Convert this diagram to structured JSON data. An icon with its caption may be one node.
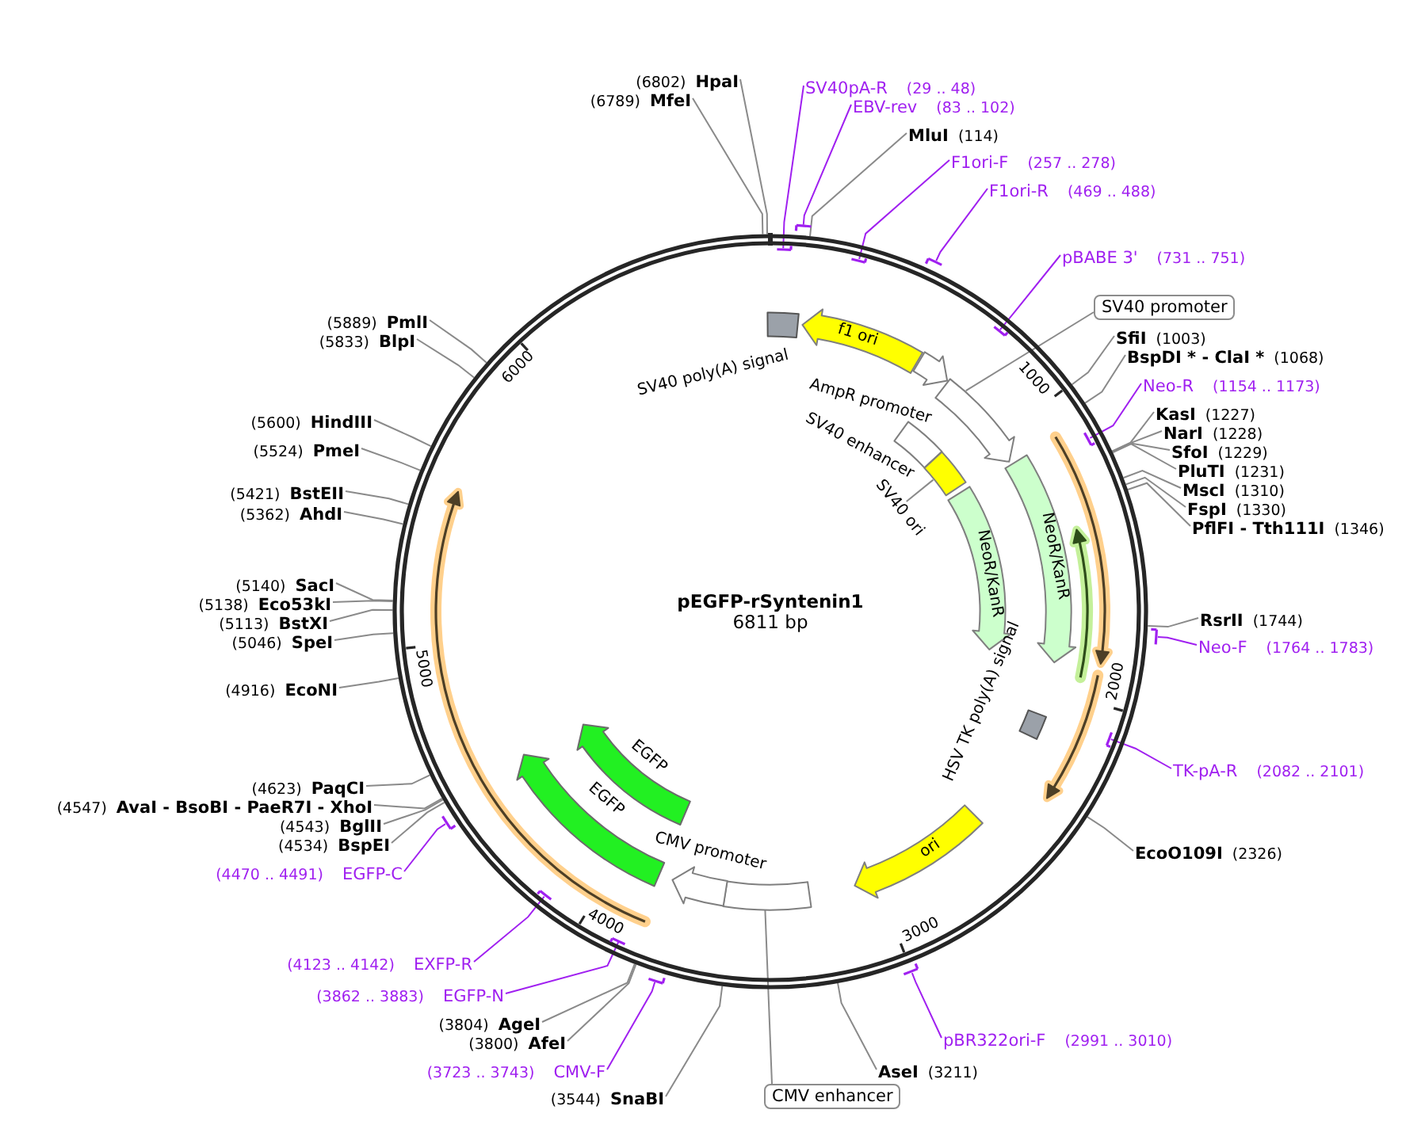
{
  "diagram": {
    "nodes": [
      {
        "text": [
          "pEGFP-rSyntenin1",
          "6811 bp"
        ]
      },
      {
        "text": [],
        "shape": "box",
        "in": 0,
        "beside": [
          "SV40 poly(A) signal"
        ]
      },
      {
        "text": [
          "f1 ori"
        ],
        "in": 0
      },
      {
        "text": [],
        "shape": "arrow",
        "in": 0,
        "beside": [
          "AmpR promoter"
        ]
      },
      {
        "text": [],
        "shape": "arrow",
        "in": 0
      },
      {
        "text": [],
        "shape": "box",
        "in": 0,
        "beside": [
          "SV40 enhancer"
        ]
      },
      {
        "text": [],
        "shape": "box",
        "in": 0
      },
      {
        "text": [
          "SV40 ori"
        ],
        "in": 0
      },
      {
        "text": [
          "NeoR/KanR"
        ],
        "in": 0
      },
      {
        "text": [
          "NeoR/KanR"
        ],
        "in": 0
      },
      {
        "text": [],
        "shape": "box",
        "in": 0,
        "beside": [
          "HSV TK poly(A) signal"
        ]
      },
      {
        "text": [
          "ori"
        ],
        "in": 0
      },
      {
        "text": [],
        "shape": "box",
        "in": 0
      },
      {
        "text": [],
        "shape": "arrow",
        "in": 0,
        "beside": [
          "CMV promoter"
        ]
      },
      {
        "text": [],
        "shape": "arrow",
        "in": 0,
        "beside": [
          "EGFP"
        ]
      },
      {
        "text": [],
        "shape": "arrow",
        "in": 0,
        "beside": [
          "EGFP"
        ]
      },
      {
        "text": [
          "SV40pA-R",
          "(29 .. 48)"
        ]
      },
      {
        "text": [],
        "shape": "bar",
        "in": 0
      },
      {
        "text": [
          "EBV-rev",
          "(83 .. 102)"
        ]
      },
      {
        "text": [],
        "shape": "bar"
      },
      {
        "text": [
          "MluI",
          "(114)"
        ]
      },
      {
        "text": [
          "F1ori-F",
          "(257 .. 278)"
        ]
      },
      {
        "text": [],
        "shape": "bar",
        "in": 0
      },
      {
        "text": [
          "F1ori-R",
          "(469 .. 488)"
        ]
      },
      {
        "text": [],
        "shape": "bar"
      },
      {
        "text": [
          "pBABE 3'",
          "(731 .. 751)"
        ]
      },
      {
        "text": [],
        "shape": "bar",
        "in": 0
      },
      {
        "text": [
          "SV40 promoter"
        ]
      },
      {
        "text": [
          "SfiI",
          "(1003)"
        ]
      },
      {
        "text": [
          "BspDI * - ClaI *",
          "(1068)"
        ]
      },
      {
        "text": [
          "Neo-R",
          "(1154 .. 1173)"
        ]
      },
      {
        "text": [],
        "shape": "bar",
        "in": 0
      },
      {
        "text": [
          "KasI",
          "(1227)"
        ]
      },
      {
        "text": [
          "NarI",
          "(1228)"
        ]
      },
      {
        "text": [
          "SfoI",
          "(1229)"
        ]
      },
      {
        "text": [
          "PluTI",
          "(1231)"
        ]
      },
      {
        "text": [
          "MscI",
          "(1310)"
        ]
      },
      {
        "text": [
          "FspI",
          "(1330)"
        ]
      },
      {
        "text": [
          "PflFI - Tth111I",
          "(1346)"
        ]
      },
      {
        "text": [
          "RsrII",
          "(1744)"
        ]
      },
      {
        "text": [
          "Neo-F",
          "(1764 .. 1783)"
        ]
      },
      {
        "text": [],
        "shape": "bar"
      },
      {
        "text": [
          "TK-pA-R",
          "(2082 .. 2101)"
        ]
      },
      {
        "text": [],
        "shape": "bar",
        "in": 0
      },
      {
        "text": [
          "EcoO109I",
          "(2326)"
        ]
      },
      {
        "text": [
          "pBR322ori-F",
          "(2991 .. 3010)"
        ]
      },
      {
        "text": [],
        "shape": "bar"
      },
      {
        "text": [
          "AseI",
          "(3211)"
        ]
      },
      {
        "text": [
          "CMV enhancer"
        ]
      },
      {
        "text": [
          "(3544)",
          "SnaBI"
        ]
      },
      {
        "text": [
          "(3723 .. 3743)",
          "CMV-F"
        ]
      },
      {
        "text": [],
        "shape": "bar"
      },
      {
        "text": [
          "(3800)",
          "AfeI"
        ]
      },
      {
        "text": [
          "(3804)",
          "AgeI"
        ]
      },
      {
        "text": [
          "(3862 .. 3883)",
          "EGFP-N"
        ]
      },
      {
        "text": [],
        "shape": "bar",
        "in": 0
      },
      {
        "text": [
          "(4123 .. 4142)",
          "EXFP-R"
        ]
      },
      {
        "text": [],
        "shape": "bar",
        "in": 0
      },
      {
        "text": [
          "(4470 .. 4491)",
          "EGFP-C"
        ]
      },
      {
        "text": [],
        "shape": "bar"
      },
      {
        "text": [
          "(4534)",
          "BspEI"
        ]
      },
      {
        "text": [
          "(4543)",
          "BglII"
        ]
      },
      {
        "text": [
          "(4547)",
          "AvaI - BsoBI - PaeR7I - XhoI"
        ]
      },
      {
        "text": [
          "(4623)",
          "PaqCI"
        ]
      },
      {
        "text": [
          "(4916)",
          "EcoNI"
        ]
      },
      {
        "text": [
          "(5046)",
          "SpeI"
        ]
      },
      {
        "text": [
          "(5113)",
          "BstXI"
        ]
      },
      {
        "text": [
          "(5138)",
          "Eco53kI"
        ]
      },
      {
        "text": [
          "(5140)",
          "SacI"
        ]
      },
      {
        "text": [
          "(5362)",
          "AhdI"
        ]
      },
      {
        "text": [
          "(5421)",
          "BstEII"
        ]
      },
      {
        "text": [
          "(5524)",
          "PmeI"
        ]
      },
      {
        "text": [
          "(5600)",
          "HindIII"
        ]
      },
      {
        "text": [
          "(5833)",
          "BlpI"
        ]
      },
      {
        "text": [
          "(5889)",
          "PmlI"
        ]
      },
      {
        "text": [
          "(6789)",
          "MfeI"
        ]
      },
      {
        "text": [
          "(6802)",
          "HpaI"
        ]
      }
    ],
    "edges": [
      {
        "from": 7,
        "to": 6,
        "arrow": "none"
      },
      {
        "from": 16,
        "to": 17,
        "arrow": "none",
        "color": "#a020f0"
      },
      {
        "from": 18,
        "to": 19,
        "arrow": "none",
        "color": "#a020f0"
      },
      {
        "from": 20,
        "to": 0,
        "arrow": "none"
      },
      {
        "from": 21,
        "to": 22,
        "arrow": "none",
        "color": "#a020f0"
      },
      {
        "from": 23,
        "to": 24,
        "arrow": "none",
        "color": "#a020f0"
      },
      {
        "from": 25,
        "to": 26,
        "arrow": "none",
        "color": "#a020f0"
      },
      {
        "from": 27,
        "to": 4,
        "arrow": "none"
      },
      {
        "from": 28,
        "to": 0,
        "arrow": "none"
      },
      {
        "from": 29,
        "to": 0,
        "arrow": "none"
      },
      {
        "from": 30,
        "to": 31,
        "arrow": "none",
        "color": "#a020f0"
      },
      {
        "from": 32,
        "to": 0,
        "arrow": "none"
      },
      {
        "from": 33,
        "to": 0,
        "arrow": "none"
      },
      {
        "from": 34,
        "to": 0,
        "arrow": "none"
      },
      {
        "from": 35,
        "to": 0,
        "arrow": "none"
      },
      {
        "from": 36,
        "to": 0,
        "arrow": "none"
      },
      {
        "from": 37,
        "to": 0,
        "arrow": "none"
      },
      {
        "from": 38,
        "to": 0,
        "arrow": "none"
      },
      {
        "from": 39,
        "to": 0,
        "arrow": "none"
      },
      {
        "from": 40,
        "to": 41,
        "arrow": "none",
        "color": "#a020f0"
      },
      {
        "from": 42,
        "to": 43,
        "arrow": "none",
        "color": "#a020f0"
      },
      {
        "from": 44,
        "to": 0,
        "arrow": "none"
      },
      {
        "from": 45,
        "to": 46,
        "arrow": "none",
        "color": "#a020f0"
      },
      {
        "from": 47,
        "to": 0,
        "arrow": "none"
      },
      {
        "from": 48,
        "to": 12,
        "arrow": "none"
      },
      {
        "from": 49,
        "to": 0,
        "arrow": "none"
      },
      {
        "from": 50,
        "to": 51,
        "arrow": "none",
        "color": "#a020f0"
      },
      {
        "from": 52,
        "to": 0,
        "arrow": "none"
      },
      {
        "from": 53,
        "to": 0,
        "arrow": "none"
      },
      {
        "from": 54,
        "to": 55,
        "arrow": "none",
        "color": "#a020f0"
      },
      {
        "from": 56,
        "to": 57,
        "arrow": "none",
        "color": "#a020f0"
      },
      {
        "from": 58,
        "to": 59,
        "arrow": "none",
        "color": "#a020f0"
      },
      {
        "from": 60,
        "to": 0,
        "arrow": "none"
      },
      {
        "from": 61,
        "to": 0,
        "arrow": "none"
      },
      {
        "from": 62,
        "to": 0,
        "arrow": "none"
      },
      {
        "from": 63,
        "to": 0,
        "arrow": "none"
      },
      {
        "from": 64,
        "to": 0,
        "arrow": "none"
      },
      {
        "from": 65,
        "to": 0,
        "arrow": "none"
      },
      {
        "from": 66,
        "to": 0,
        "arrow": "none"
      },
      {
        "from": 67,
        "to": 0,
        "arrow": "none"
      },
      {
        "from": 68,
        "to": 0,
        "arrow": "none"
      },
      {
        "from": 69,
        "to": 0,
        "arrow": "none"
      },
      {
        "from": 70,
        "to": 0,
        "arrow": "none"
      },
      {
        "from": 71,
        "to": 0,
        "arrow": "none"
      },
      {
        "from": 72,
        "to": 0,
        "arrow": "none"
      },
      {
        "from": 73,
        "to": 0,
        "arrow": "none"
      },
      {
        "from": 74,
        "to": 0,
        "arrow": "none"
      },
      {
        "from": 75,
        "to": 0,
        "arrow": "none"
      },
      {
        "from": 76,
        "to": 0,
        "arrow": "none"
      }
    ],
    "labels": [
      "1000",
      "2000",
      "3000",
      "4000",
      "5000",
      "6000"
    ]
  }
}
